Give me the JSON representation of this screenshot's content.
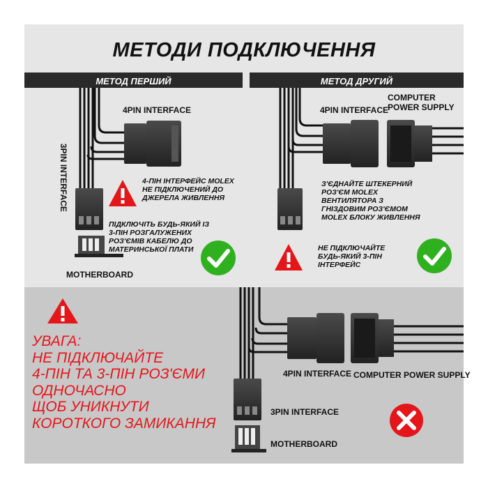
{
  "title": "МЕТОДИ ПОДКЛЮЧЕННЯ",
  "method1": {
    "header": "МЕТОД ПЕРШИЙ",
    "pin4_label": "4PIN INTERFACE",
    "pin3_label": "3PIN INTERFACE",
    "molex_note": "4-ПІН ІНТЕРФЕЙС MOLEX\nНЕ ПІДКЛЮЧЕНИЙ ДО\nДЖЕРЕЛА ЖИВЛЕННЯ",
    "connect_note": "ПІДКЛЮЧІТЬ БУДЬ-ЯКИЙ ІЗ\n3-ПІН РОЗГАЛУЖЕНИХ\nРОЗ'ЄМІВ КАБЕЛЮ ДО\nМАТЕРИНСЬКОЇ ПЛАТИ",
    "motherboard_label": "MOTHERBOARD"
  },
  "method2": {
    "header": "МЕТОД ДРУГИЙ",
    "pin4_label": "4PIN INTERFACE",
    "psu_label": "COMPUTER\nPOWER SUPPLY",
    "connect_note": "З'ЄДНАЙТЕ ШТЕКЕРНИЙ\nРОЗ'ЄМ MOLEX\nВЕНТИЛЯТОРА З\nГНІЗДОВИМ РОЗ'ЄМОМ\nMOLEX БЛОКУ ЖИВЛЕННЯ",
    "warn_note": "НЕ ПІДКЛЮЧАЙТЕ\nБУДЬ-ЯКИЙ 3-ПІН\nІНТЕРФЕЙС"
  },
  "bottom": {
    "warning": "УВАГА:\nНЕ ПІДКЛЮЧАЙТЕ\n4-ПІН ТА 3-ПІН РОЗ'ЄМИ\nОДНОЧАСНО\nЩОБ УНИКНУТИ\nКОРОТКОГО ЗАМИКАННЯ",
    "pin4_label": "4PIN INTERFACE",
    "psu_label": "COMPUTER POWER SUPPLY",
    "pin3_label": "3PIN INTERFACE",
    "motherboard_label": "MOTHERBOARD"
  },
  "colors": {
    "top_panel": "#e6e6e6",
    "bottom_panel": "#c8c8c8",
    "header_bar": "#2a2a2a",
    "warning_red": "#e4161a",
    "check_green": "#2fb11f",
    "connector": "#3a3a3a"
  }
}
